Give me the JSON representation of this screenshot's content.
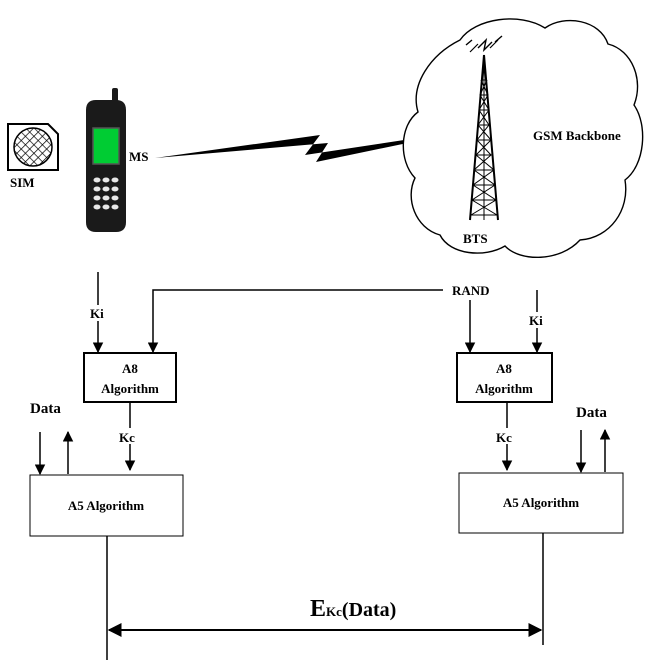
{
  "labels": {
    "sim": "SIM",
    "ms": "MS",
    "bts": "BTS",
    "backbone": "GSM Backbone",
    "ki_left": "Ki",
    "ki_right": "Ki",
    "rand": "RAND",
    "a8_left_line1": "A8",
    "a8_left_line2": "Algorithm",
    "a8_right_line1": "A8",
    "a8_right_line2": "Algorithm",
    "kc_left": "Kc",
    "kc_right": "Kc",
    "data_left": "Data",
    "data_right": "Data",
    "a5_left": "A5 Algorithm",
    "a5_right": "A5 Algorithm",
    "formula_main": "E",
    "formula_sub": "Kc",
    "formula_arg": "(Data)"
  },
  "colors": {
    "line": "#000000",
    "phone_body": "#1a1a1a",
    "phone_screen": "#00cc33",
    "background": "#ffffff"
  }
}
